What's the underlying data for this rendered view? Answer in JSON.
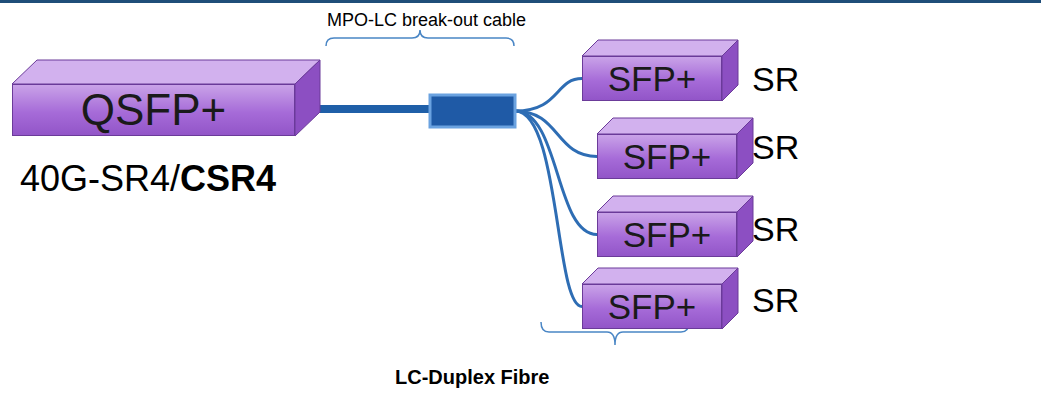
{
  "diagram": {
    "nodes": [
      {
        "text": [
          "QSFP+"
        ]
      },
      {
        "text": [
          "SFP+"
        ]
      },
      {
        "text": [
          "SFP+"
        ]
      },
      {
        "text": [
          "SFP+"
        ]
      },
      {
        "text": [
          "SFP+"
        ]
      }
    ],
    "edges": [
      {
        "from": 0,
        "to": 1,
        "arrow": "none"
      },
      {
        "from": 0,
        "to": 2,
        "arrow": "none"
      },
      {
        "from": 0,
        "to": 3,
        "arrow": "none"
      },
      {
        "from": 0,
        "to": 4,
        "arrow": "none"
      }
    ],
    "labels": [
      "MPO-LC break-out cable",
      "40G-SR4/",
      "CSR4",
      "SR",
      "SR",
      "SR",
      "SR",
      "LC-Duplex Fibre"
    ]
  }
}
